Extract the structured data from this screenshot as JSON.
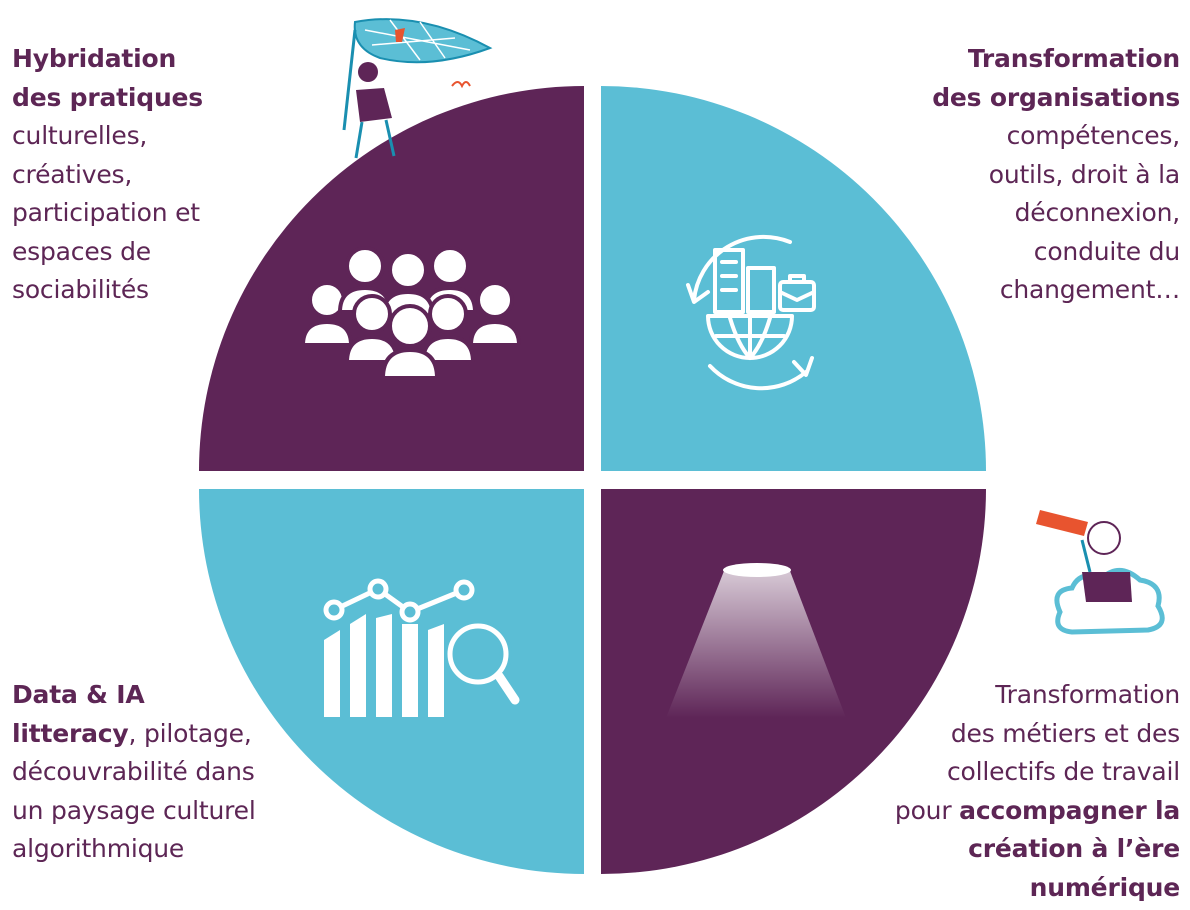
{
  "colors": {
    "purple": "#5e2557",
    "teal": "#5bbed5",
    "text": "#5d2655",
    "accent_orange": "#e8542f",
    "white": "#ffffff"
  },
  "quadrants": [
    {
      "id": "top-left",
      "color": "purple",
      "icon": "people-group-icon"
    },
    {
      "id": "top-right",
      "color": "teal",
      "icon": "globe-organisation-icon"
    },
    {
      "id": "bottom-left",
      "color": "teal",
      "icon": "data-analytics-icon"
    },
    {
      "id": "bottom-right",
      "color": "purple",
      "icon": "spotlight-icon"
    }
  ],
  "labels": {
    "top_left": {
      "bold1": "Hybridation",
      "bold2": "des pratiques",
      "l3": "culturelles,",
      "l4": "créatives,",
      "l5": "participation et",
      "l6": "espaces de",
      "l7": "sociabilités"
    },
    "top_right": {
      "bold1": "Transformation",
      "bold2": "des organisations",
      "l3": "compétences,",
      "l4": "outils, droit à la",
      "l5": "déconnexion,",
      "l6": "conduite du",
      "l7": "changement…"
    },
    "bottom_left": {
      "bold1": "Data & IA",
      "bold2": "litteracy",
      "l2_rest": ", pilotage,",
      "l3": "découvrabilité dans",
      "l4": "un paysage culturel",
      "l5": "algorithmique"
    },
    "bottom_right": {
      "l1": "Transformation",
      "l2": "des métiers et des",
      "l3": "collectifs de travail",
      "l4_pre": "pour ",
      "l4_bold": "accompagner la",
      "l5_bold": "création à l’ère",
      "l6_bold": "numérique"
    }
  },
  "illustrations": [
    {
      "name": "butterfly-net-person-illustration",
      "accent": "lightbulb-icon"
    },
    {
      "name": "telescope-person-illustration",
      "accent": "cloud-icon"
    }
  ]
}
